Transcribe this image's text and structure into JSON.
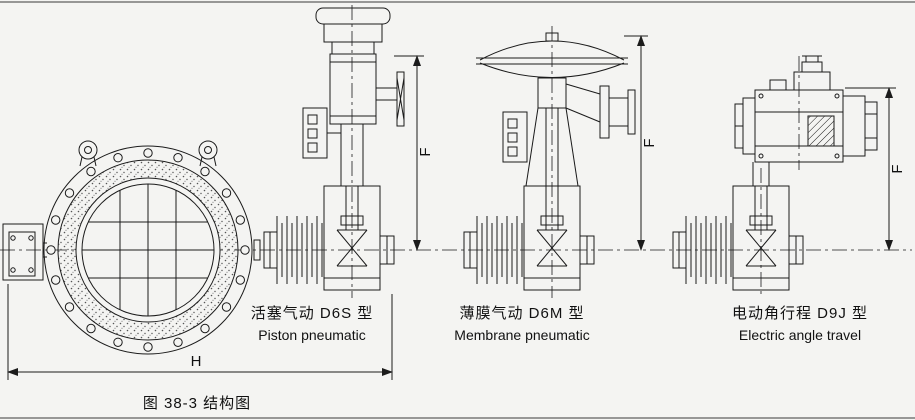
{
  "figure": {
    "caption": "图 38-3 结构图"
  },
  "dimensions": {
    "h": "H",
    "f": "F"
  },
  "actuators": [
    {
      "id": "piston",
      "label_cn": "活塞气动 D6S 型",
      "label_en": "Piston pneumatic"
    },
    {
      "id": "membrane",
      "label_cn": "薄膜气动 D6M 型",
      "label_en": "Membrane pneumatic"
    },
    {
      "id": "electric",
      "label_cn": "电动角行程 D9J 型",
      "label_en": "Electric angle travel"
    }
  ],
  "colors": {
    "line": "#1b1b1b",
    "background": "#f4f4f2"
  }
}
